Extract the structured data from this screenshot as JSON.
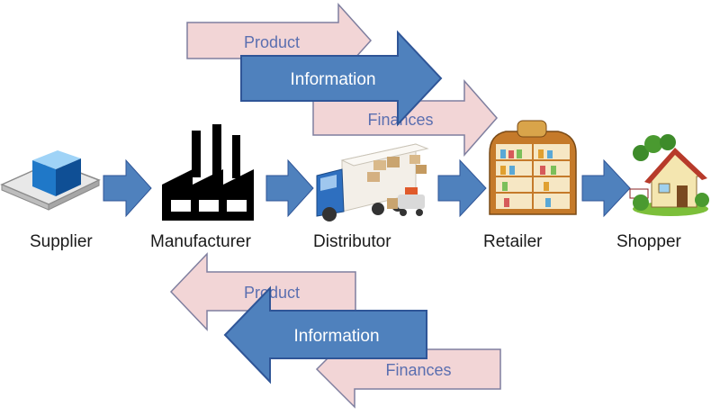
{
  "flow_forward": {
    "product": "Product",
    "information": "Information",
    "finances": "Finances"
  },
  "flow_backward": {
    "product": "Product",
    "information": "Information",
    "finances": "Finances"
  },
  "nodes": {
    "supplier": "Supplier",
    "manufacturer": "Manufacturer",
    "distributor": "Distributor",
    "retailer": "Retailer",
    "shopper": "Shopper"
  },
  "colors": {
    "pink_arrow": "#f2d5d6",
    "pink_text": "#5b6fb0",
    "blue_arrow": "#4f81bd",
    "blue_text": "#ffffff",
    "blue_outline": "#2f5597",
    "connector": "#4f81bd"
  },
  "icons": [
    "supplier-box-icon",
    "factory-icon",
    "delivery-truck-icon",
    "store-shelf-icon",
    "house-icon"
  ]
}
